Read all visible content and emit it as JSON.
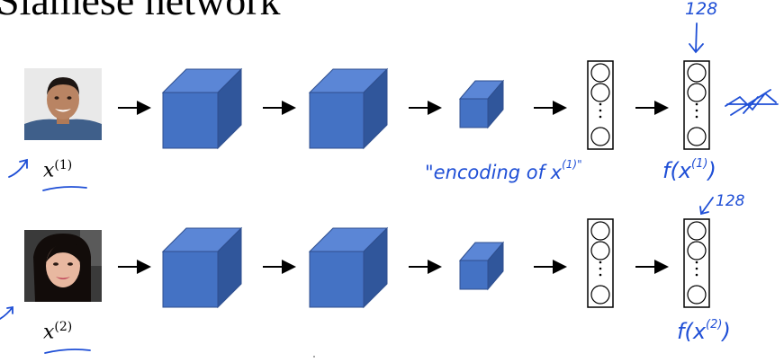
{
  "slide": {
    "title": "Siamese network"
  },
  "inputs": [
    {
      "label_base": "x",
      "label_sup": "(1)",
      "face": "man-face-photo"
    },
    {
      "label_base": "x",
      "label_sup": "(2)",
      "face": "woman-face-photo"
    }
  ],
  "annotations": {
    "encoding_text": "\"encoding of x",
    "encoding_sup": "(1)\"",
    "top_output_dim": "128",
    "bottom_output_dim": "128",
    "f_top": "f(x",
    "f_top_sup": "(1)",
    "f_top_close": ")",
    "f_bottom": "f(x",
    "f_bottom_sup": "(2)",
    "f_bottom_close": ")"
  },
  "colors": {
    "cube_front": "#4472c4",
    "cube_top": "#5b86d6",
    "cube_side": "#30569b",
    "handwriting": "#1f4fd6"
  }
}
